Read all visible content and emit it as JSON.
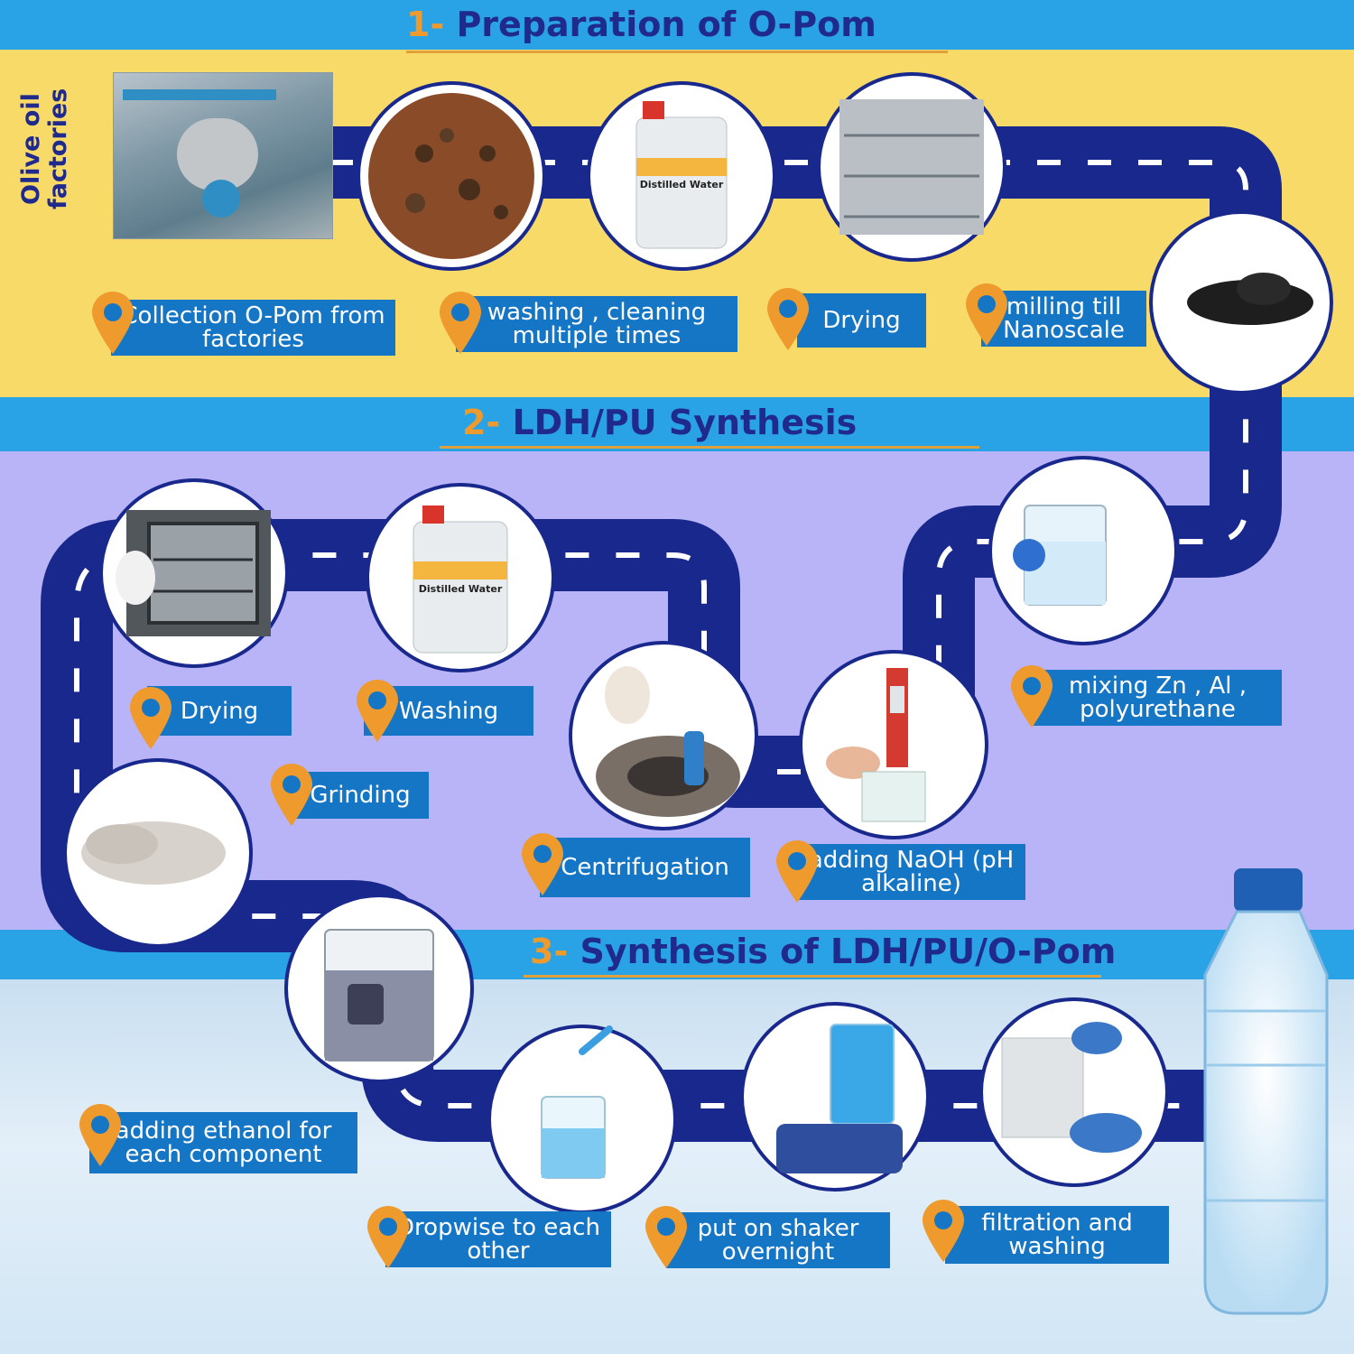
{
  "sections": [
    {
      "number": "1-",
      "title": "Preparation of O-Pom"
    },
    {
      "number": "2-",
      "title": "LDH/PU Synthesis"
    },
    {
      "number": "3-",
      "title": "Synthesis of LDH/PU/O-Pom"
    }
  ],
  "side_label": "Olive oil factories",
  "steps": [
    {
      "text": "Collection O-Pom from factories"
    },
    {
      "text": "washing , cleaning multiple times"
    },
    {
      "text": "Drying"
    },
    {
      "text": "milling till Nanoscale"
    },
    {
      "text": "mixing Zn , Al , polyurethane"
    },
    {
      "text": "adding NaOH (pH alkaline)"
    },
    {
      "text": "Centrifugation"
    },
    {
      "text": "Washing"
    },
    {
      "text": "Drying"
    },
    {
      "text": "Grinding"
    },
    {
      "text": "adding ethanol for each component"
    },
    {
      "text": "Dropwise to each other"
    },
    {
      "text": "put on shaker overnight"
    },
    {
      "text": "filtration and washing"
    }
  ],
  "bottle_label": "Distilled Water",
  "colors": {
    "road": "#18288c",
    "label": "#1676c6",
    "pin": "#ee9a2c",
    "title": "#1f2a8c",
    "header": "#2aa3e6"
  }
}
